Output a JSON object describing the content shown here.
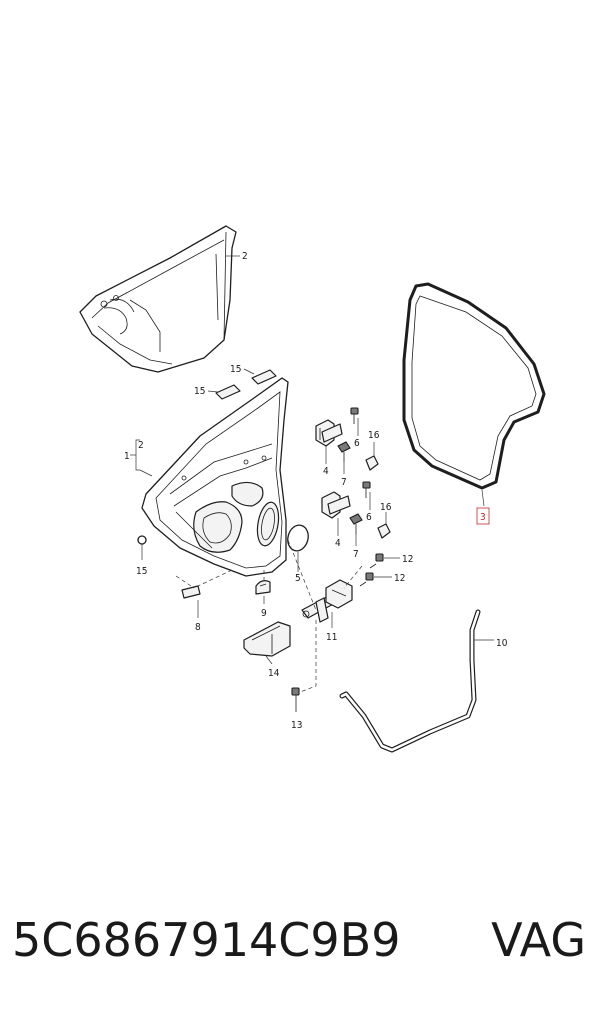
{
  "callouts": {
    "c1": "1",
    "c2_outer": "2",
    "c2_inner": "2",
    "c3": "3",
    "c4a": "4",
    "c4b": "4",
    "c5": "5",
    "c6a": "6",
    "c6b": "6",
    "c7a": "7",
    "c7b": "7",
    "c8": "8",
    "c9": "9",
    "c10": "10",
    "c11": "11",
    "c12a": "12",
    "c12b": "12",
    "c13": "13",
    "c14": "14",
    "c15a": "15",
    "c15b": "15",
    "c15c": "15",
    "c16a": "16",
    "c16b": "16"
  },
  "caption": {
    "part_number": "5C6867914C9B9",
    "brand": "VAG"
  },
  "colors": {
    "highlight": "#c8262d",
    "line": "#1e1e1e"
  }
}
